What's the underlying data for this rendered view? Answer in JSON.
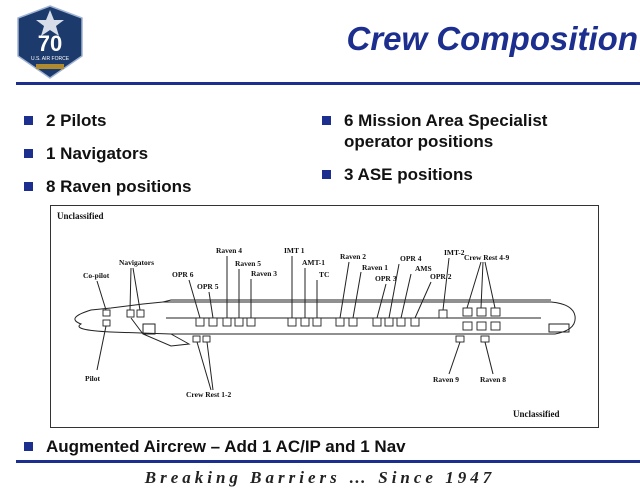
{
  "slide": {
    "title": "Crew Composition",
    "left_bullets": [
      "2 Pilots",
      "1 Navigators",
      "8 Raven positions"
    ],
    "right_bullets": [
      "6 Mission Area Specialist operator positions",
      "3 ASE positions"
    ],
    "bottom_bullet": "Augmented Aircrew – Add 1 AC/IP and 1 Nav",
    "footer": "Breaking Barriers … Since 1947"
  },
  "logo": {
    "number": "70",
    "text": "U.S. AIR FORCE",
    "colors": {
      "shield": "#1c3a6b",
      "number": "#ffffff",
      "banner": "#b08a2e"
    }
  },
  "diagram": {
    "marking_top": "Unclassified",
    "marking_bottom": "Unclassified",
    "labels": {
      "copilot": "Co-pilot",
      "navigators": "Navigators",
      "pilot": "Pilot",
      "opr6": "OPR 6",
      "opr5": "OPR 5",
      "raven4": "Raven 4",
      "raven5": "Raven 5",
      "raven3": "Raven 3",
      "imt1": "IMT 1",
      "amt1": "AMT-1",
      "tc": "TC",
      "raven2": "Raven 2",
      "raven1": "Raven 1",
      "opr3": "OPR 3",
      "opr4": "OPR 4",
      "ams": "AMS",
      "opr2": "OPR 2",
      "imt2": "IMT-2",
      "crewrest49": "Crew Rest 4-9",
      "crewrest12": "Crew Rest 1-2",
      "raven9": "Raven 9",
      "raven8": "Raven 8"
    }
  },
  "colors": {
    "accent": "#1c2f8f"
  }
}
